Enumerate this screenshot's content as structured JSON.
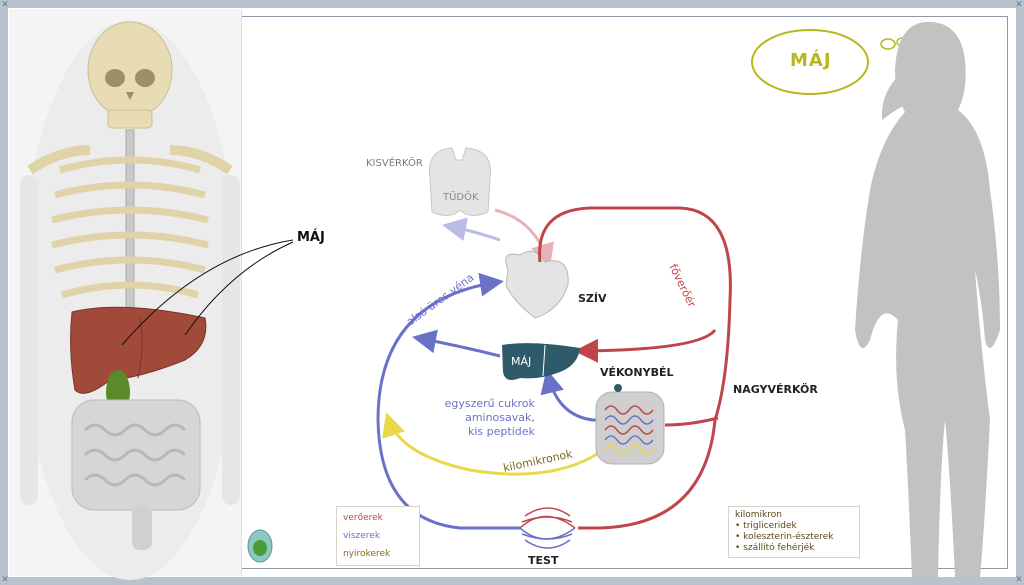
{
  "labels": {
    "maj_body": "MÁJ",
    "kisverkor": "KISVÉRKÖR",
    "tudok": "TÜDŐK",
    "sziv": "SZÍV",
    "maj_liver": "MÁJ",
    "vekonybel": "VÉKONYBÉL",
    "nagyverkor": "NAGYVÉRKÖR",
    "test": "TEST",
    "foveroer": "főverőér",
    "also_ures_vena": "alsó üres véna",
    "kilomikronok": "kilomikronok",
    "nutrients": [
      "egyszerű cukrok",
      "aminosavak,",
      "kis peptidek"
    ]
  },
  "thought_bubble": {
    "title": "MÁJ"
  },
  "legend": {
    "items": [
      {
        "label": "verőerek",
        "color": "#c0454a"
      },
      {
        "label": "viszerek",
        "color": "#6a72c8"
      },
      {
        "label": "nyirokerek",
        "color": "#8a6a1a"
      }
    ]
  },
  "chylomicron_box": {
    "title": "kilomikron",
    "items": [
      "trigliceridek",
      "koleszterin-észterek",
      "szállító fehérjék"
    ]
  },
  "colors": {
    "artery": "#c0454a",
    "vein": "#6a72c8",
    "lymph": "#e8d84a",
    "liver": "#2e5a6a",
    "bubble": "#b8b81a"
  }
}
